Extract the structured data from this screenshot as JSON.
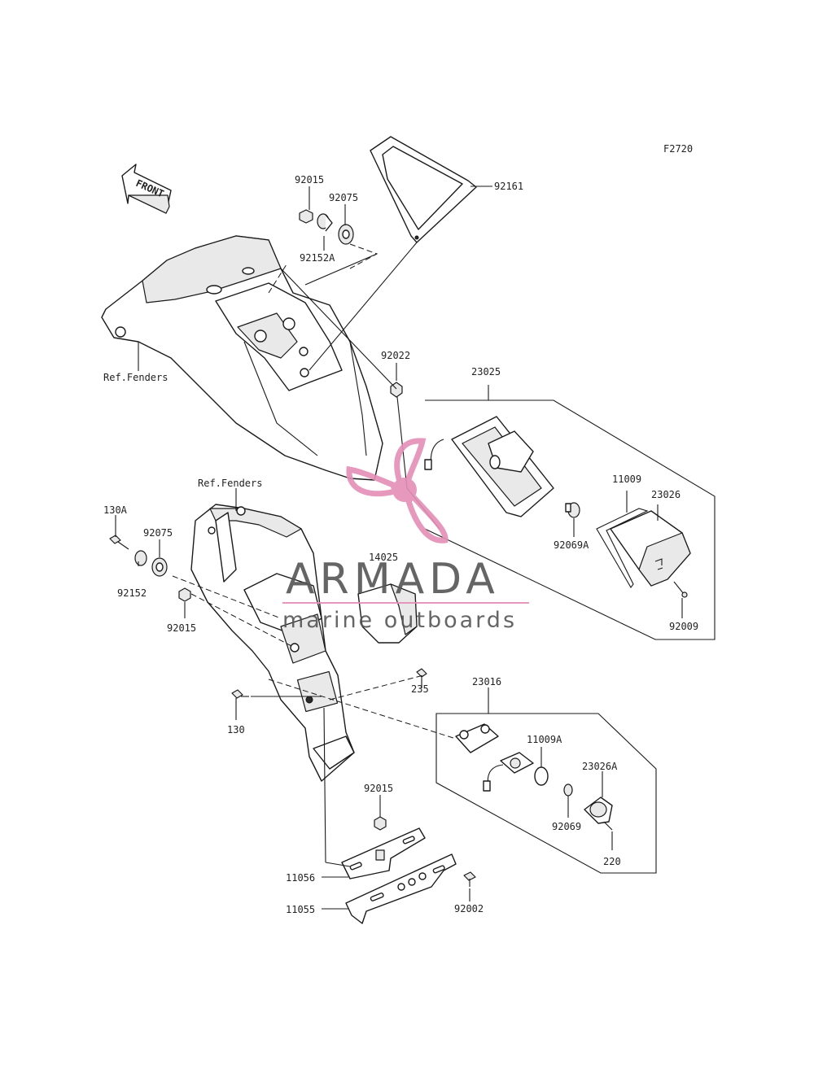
{
  "diagram_code": "F2720",
  "front_arrow_label": "FRONT",
  "watermark": {
    "brand": "ARMADA",
    "tagline": "marine outboards",
    "accent_color": "#e58fb6",
    "text_color": "#555555",
    "logo_icon": "propeller-icon"
  },
  "labels": {
    "p92015_top": "92015",
    "p92075_top": "92075",
    "p92152A": "92152A",
    "p92161": "92161",
    "ref_fenders_1": "Ref.Fenders",
    "p92022": "92022",
    "p23025": "23025",
    "p11009": "11009",
    "p23026": "23026",
    "p92069A": "92069A",
    "p92009": "92009",
    "ref_fenders_2": "Ref.Fenders",
    "p130A": "130A",
    "p92075_mid": "92075",
    "p92152": "92152",
    "p92015_mid": "92015",
    "p14025": "14025",
    "p235": "235",
    "p130": "130",
    "p23016": "23016",
    "p11009A": "11009A",
    "p23026A": "23026A",
    "p92069": "92069",
    "p220": "220",
    "p92015_low": "92015",
    "p11056": "11056",
    "p11055": "11055",
    "p92002": "92002"
  }
}
